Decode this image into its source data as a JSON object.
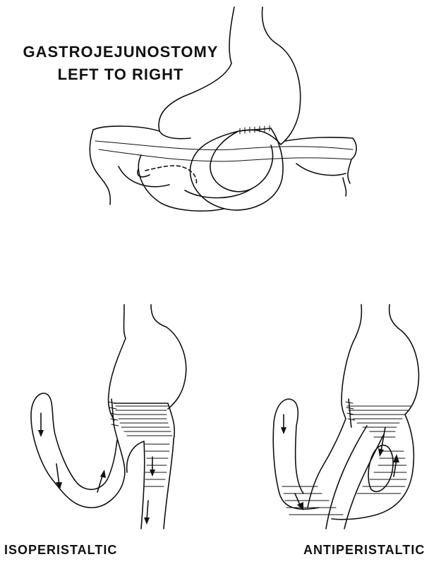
{
  "title": {
    "line1": "GASTROJEJUNOSTOMY",
    "line2": "LEFT TO RIGHT"
  },
  "captions": {
    "left": "ISOPERISTALTIC",
    "right": "ANTIPERISTALTIC"
  }
}
